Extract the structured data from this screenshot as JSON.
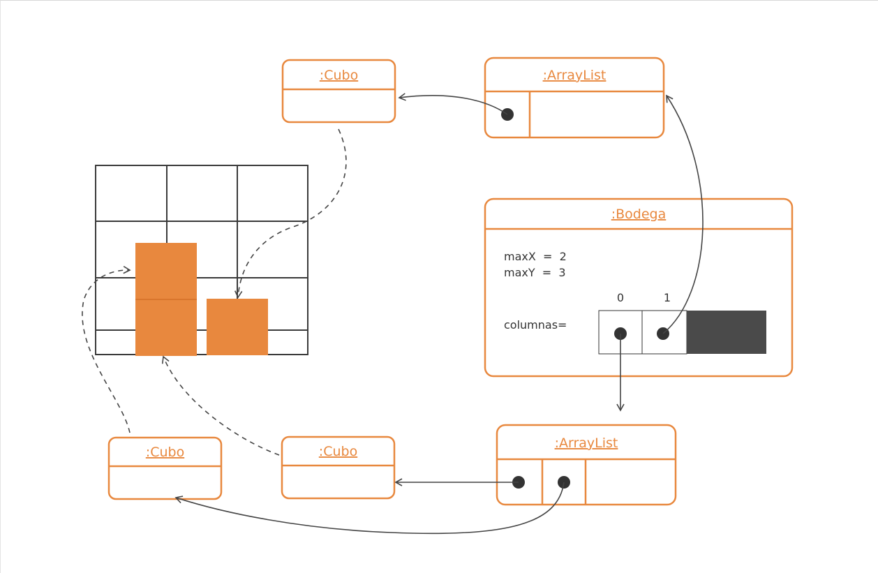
{
  "objects": {
    "cubo_top": {
      "title": ":Cubo"
    },
    "arraylist_top": {
      "title": ":ArrayList"
    },
    "bodega": {
      "title": ":Bodega",
      "attr_maxX": "maxX  =  2",
      "attr_maxY": "maxY  =  3",
      "attr_columnas": "columnas=",
      "index_0": "0",
      "index_1": "1"
    },
    "cubo_bottom_left": {
      "title": ":Cubo"
    },
    "cubo_bottom_mid": {
      "title": ":Cubo"
    },
    "arraylist_bottom": {
      "title": ":ArrayList"
    }
  },
  "colors": {
    "object_outline": "#e8883e",
    "cube_fill": "#e8883e",
    "reference": "#333333"
  }
}
